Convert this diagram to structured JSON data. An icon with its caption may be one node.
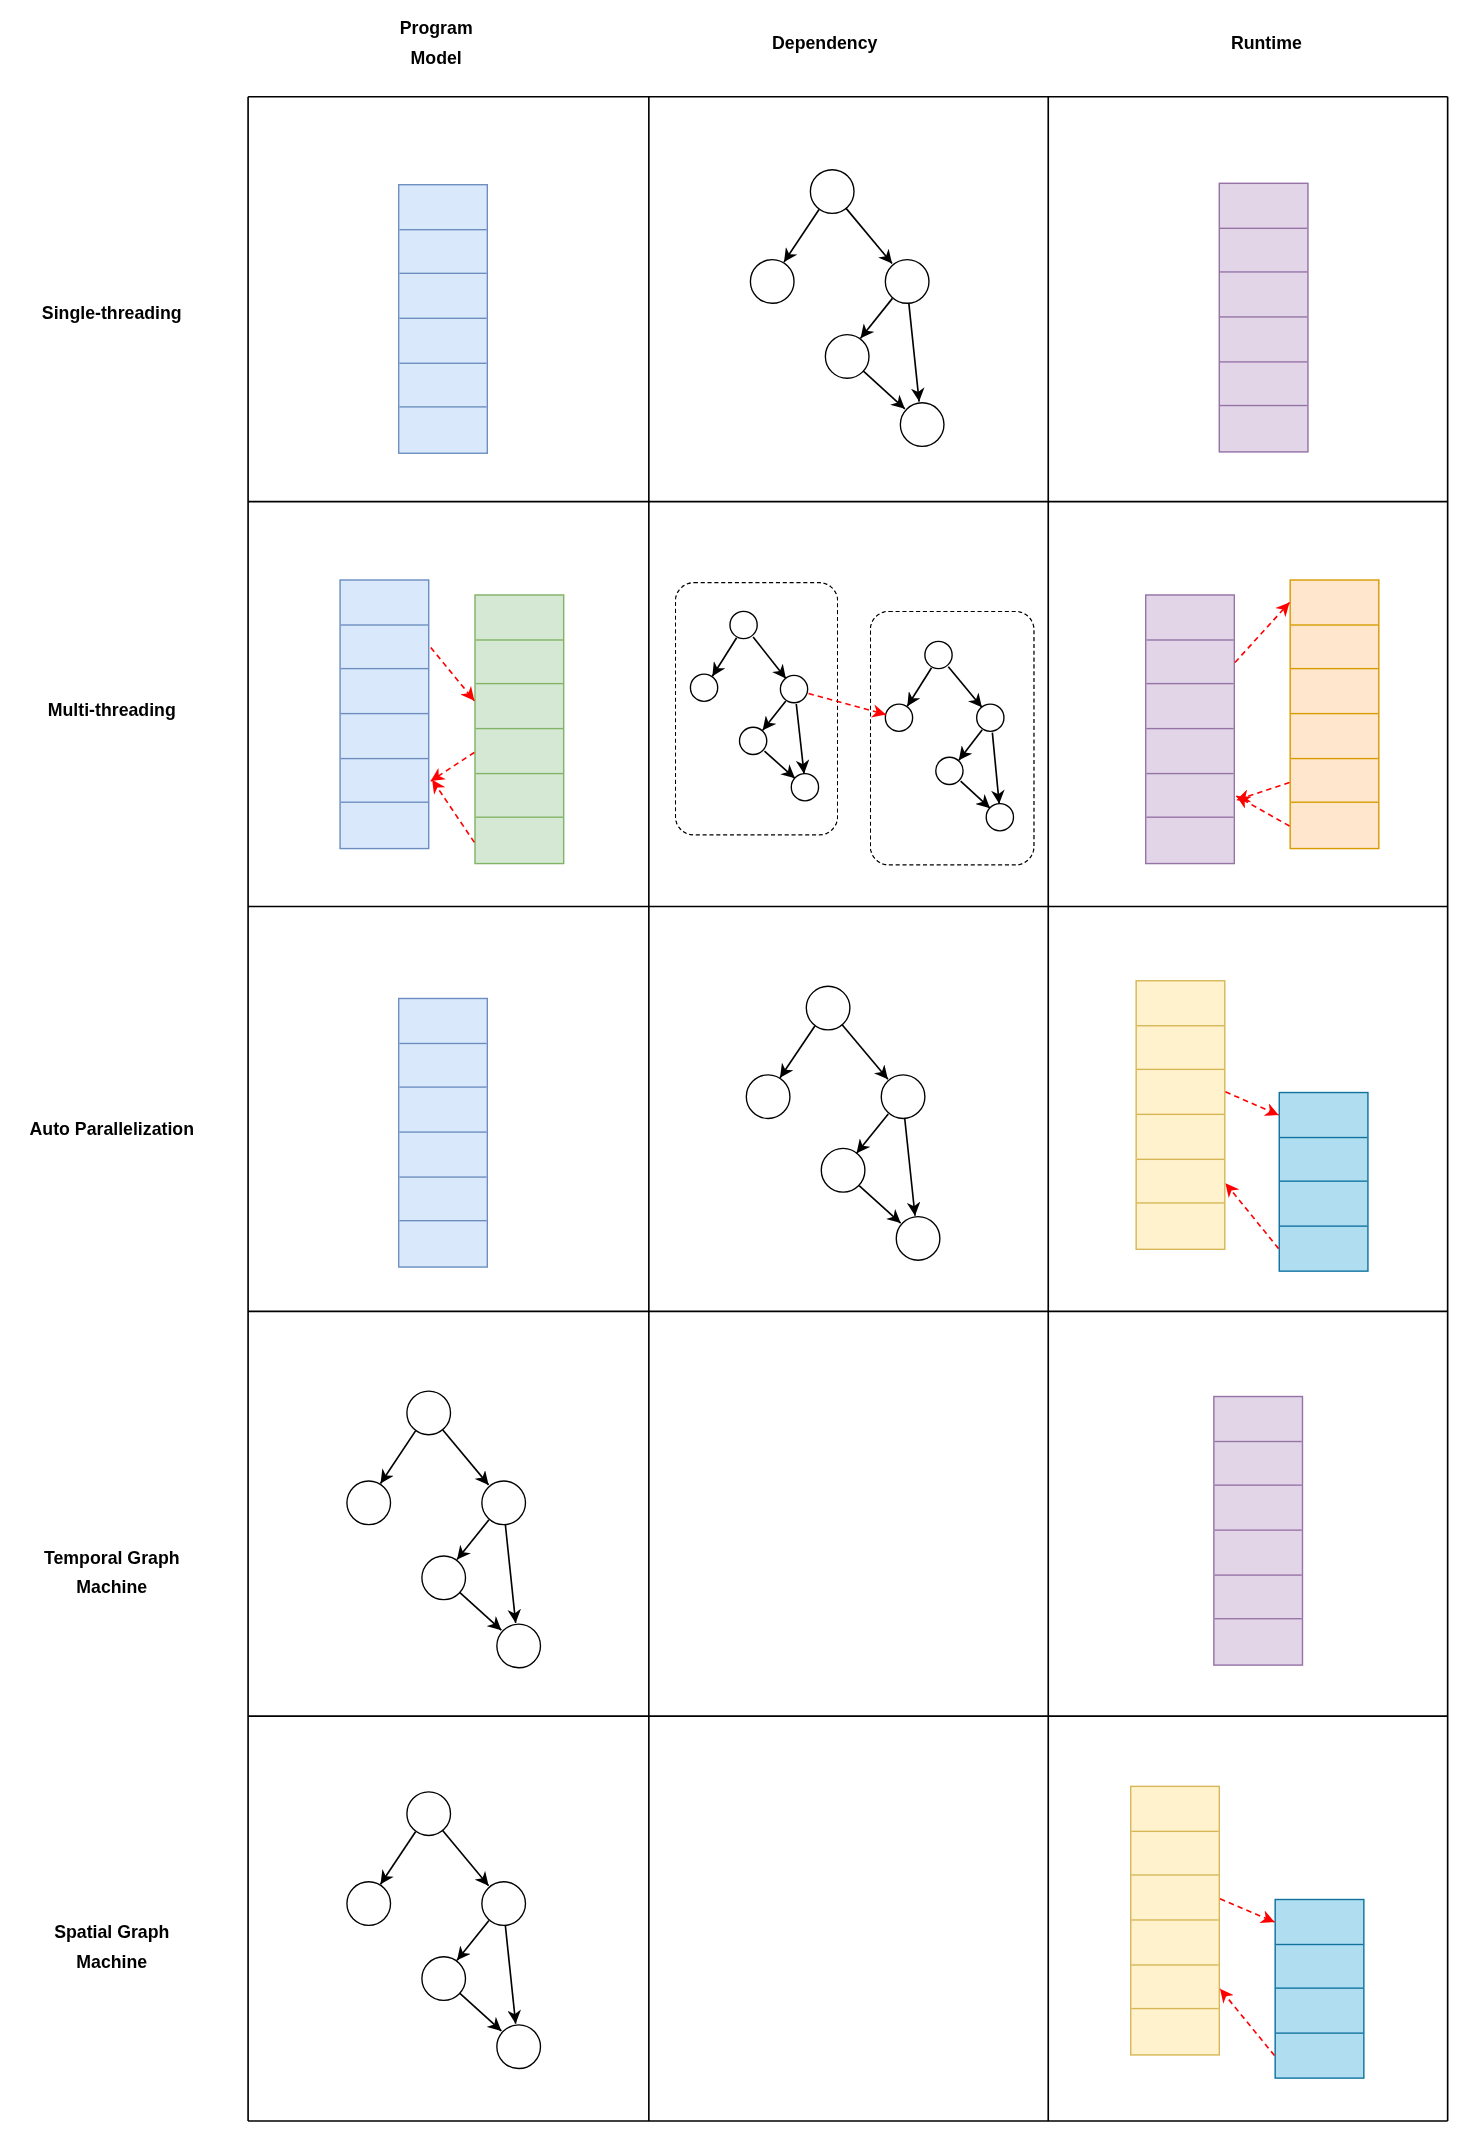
{
  "diagram": {
    "nodes": [
      {
        "text": [],
        "shape": "bar"
      },
      {
        "text": [],
        "shape": "circle"
      },
      {
        "text": [],
        "shape": "circle"
      },
      {
        "text": [],
        "shape": "circle"
      },
      {
        "text": [],
        "shape": "circle"
      },
      {
        "text": [],
        "shape": "circle"
      },
      {
        "text": [],
        "shape": "bar"
      },
      {
        "text": [],
        "shape": "bar"
      },
      {
        "text": [],
        "shape": "bar"
      },
      {
        "text": [],
        "shape": "box"
      },
      {
        "text": [],
        "shape": "circle",
        "in": 9
      },
      {
        "text": [],
        "shape": "circle",
        "in": 9
      },
      {
        "text": [],
        "shape": "circle",
        "in": 9
      },
      {
        "text": [],
        "shape": "circle",
        "in": 9
      },
      {
        "text": [],
        "shape": "circle",
        "in": 9
      },
      {
        "text": [],
        "shape": "box"
      },
      {
        "text": [],
        "shape": "circle",
        "in": 15
      },
      {
        "text": [],
        "shape": "circle",
        "in": 15
      },
      {
        "text": [],
        "shape": "circle",
        "in": 15
      },
      {
        "text": [],
        "shape": "circle",
        "in": 15
      },
      {
        "text": [],
        "shape": "circle",
        "in": 15
      },
      {
        "text": [],
        "shape": "bar"
      },
      {
        "text": [],
        "shape": "bar"
      },
      {
        "text": [],
        "shape": "bar"
      },
      {
        "text": [],
        "shape": "circle"
      },
      {
        "text": [],
        "shape": "circle"
      },
      {
        "text": [],
        "shape": "circle"
      },
      {
        "text": [],
        "shape": "circle"
      },
      {
        "text": [],
        "shape": "circle"
      },
      {
        "text": [],
        "shape": "bar"
      },
      {
        "text": [],
        "shape": "bar"
      },
      {
        "text": [],
        "shape": "circle"
      },
      {
        "text": [],
        "shape": "circle"
      },
      {
        "text": [],
        "shape": "circle"
      },
      {
        "text": [],
        "shape": "circle"
      },
      {
        "text": [],
        "shape": "circle"
      },
      {
        "text": [],
        "shape": "bar"
      },
      {
        "text": [],
        "shape": "circle"
      },
      {
        "text": [],
        "shape": "circle"
      },
      {
        "text": [],
        "shape": "circle"
      },
      {
        "text": [],
        "shape": "circle"
      },
      {
        "text": [],
        "shape": "circle"
      },
      {
        "text": [],
        "shape": "bar"
      },
      {
        "text": [],
        "shape": "bar"
      }
    ],
    "edges": [
      {
        "from": 1,
        "to": 2,
        "arrow": "to"
      },
      {
        "from": 1,
        "to": 3,
        "arrow": "to"
      },
      {
        "from": 3,
        "to": 4,
        "arrow": "to"
      },
      {
        "from": 3,
        "to": 5,
        "arrow": "to"
      },
      {
        "from": 4,
        "to": 5,
        "arrow": "to"
      },
      {
        "from": 7,
        "to": 8,
        "arrow": "to",
        "style": "dashed",
        "color": "#ff0000"
      },
      {
        "from": 8,
        "to": 7,
        "arrow": "to",
        "style": "dashed",
        "color": "#ff0000"
      },
      {
        "from": 8,
        "to": 7,
        "arrow": "to",
        "style": "dashed",
        "color": "#ff0000"
      },
      {
        "from": 10,
        "to": 11,
        "arrow": "to"
      },
      {
        "from": 10,
        "to": 12,
        "arrow": "to"
      },
      {
        "from": 12,
        "to": 13,
        "arrow": "to"
      },
      {
        "from": 12,
        "to": 14,
        "arrow": "to"
      },
      {
        "from": 13,
        "to": 14,
        "arrow": "to"
      },
      {
        "from": 12,
        "to": 17,
        "arrow": "to",
        "style": "dashed",
        "color": "#ff0000"
      },
      {
        "from": 16,
        "to": 17,
        "arrow": "to"
      },
      {
        "from": 16,
        "to": 18,
        "arrow": "to"
      },
      {
        "from": 18,
        "to": 19,
        "arrow": "to"
      },
      {
        "from": 18,
        "to": 20,
        "arrow": "to"
      },
      {
        "from": 19,
        "to": 20,
        "arrow": "to"
      },
      {
        "from": 21,
        "to": 22,
        "arrow": "to",
        "style": "dashed",
        "color": "#ff0000"
      },
      {
        "from": 22,
        "to": 21,
        "arrow": "to",
        "style": "dashed",
        "color": "#ff0000"
      },
      {
        "from": 22,
        "to": 21,
        "arrow": "to",
        "style": "dashed",
        "color": "#ff0000"
      },
      {
        "from": 24,
        "to": 25,
        "arrow": "to"
      },
      {
        "from": 24,
        "to": 26,
        "arrow": "to"
      },
      {
        "from": 26,
        "to": 27,
        "arrow": "to"
      },
      {
        "from": 26,
        "to": 28,
        "arrow": "to"
      },
      {
        "from": 27,
        "to": 28,
        "arrow": "to"
      },
      {
        "from": 29,
        "to": 30,
        "arrow": "to",
        "style": "dashed",
        "color": "#ff0000"
      },
      {
        "from": 30,
        "to": 29,
        "arrow": "to",
        "style": "dashed",
        "color": "#ff0000"
      },
      {
        "from": 31,
        "to": 32,
        "arrow": "to"
      },
      {
        "from": 31,
        "to": 33,
        "arrow": "to"
      },
      {
        "from": 33,
        "to": 34,
        "arrow": "to"
      },
      {
        "from": 33,
        "to": 35,
        "arrow": "to"
      },
      {
        "from": 34,
        "to": 35,
        "arrow": "to"
      },
      {
        "from": 37,
        "to": 38,
        "arrow": "to"
      },
      {
        "from": 37,
        "to": 39,
        "arrow": "to"
      },
      {
        "from": 39,
        "to": 40,
        "arrow": "to"
      },
      {
        "from": 39,
        "to": 41,
        "arrow": "to"
      },
      {
        "from": 40,
        "to": 41,
        "arrow": "to"
      },
      {
        "from": 42,
        "to": 43,
        "arrow": "to",
        "style": "dashed",
        "color": "#ff0000"
      },
      {
        "from": 43,
        "to": 42,
        "arrow": "to",
        "style": "dashed",
        "color": "#ff0000"
      }
    ],
    "labels": [
      "Program Model",
      "Dependency",
      "Runtime",
      "Single-threading",
      "Multi-threading",
      "Auto Parallelization",
      "Temporal Graph Machine",
      "Spatial Graph Machine"
    ]
  }
}
